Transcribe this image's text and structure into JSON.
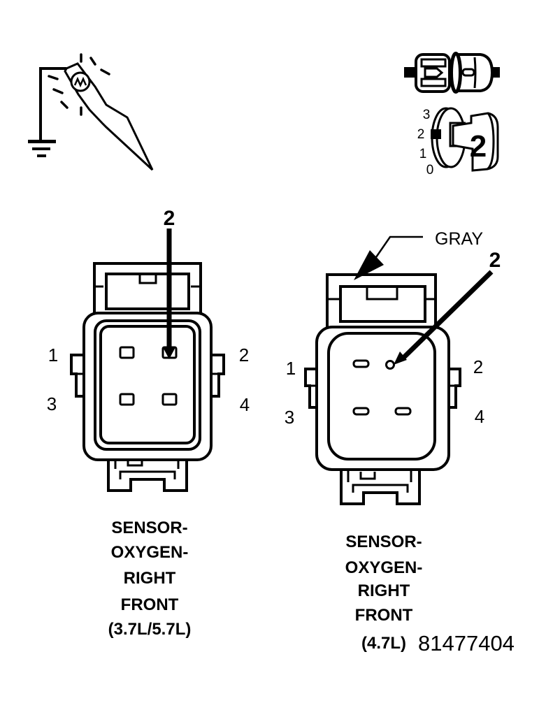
{
  "colors": {
    "ink": "#000000",
    "paper": "#ffffff"
  },
  "part_number": "81477404",
  "terminal_gauge": {
    "scale_labels": [
      "3",
      "2",
      "1",
      "0"
    ],
    "selected_size": "2"
  },
  "left_connector": {
    "terminal_callout": "2",
    "pin_labels": [
      "1",
      "2",
      "3",
      "4"
    ],
    "caption_lines": [
      "SENSOR-",
      "OXYGEN-",
      "RIGHT",
      "FRONT",
      "(3.7L/5.7L)"
    ]
  },
  "right_connector": {
    "housing_color_label": "GRAY",
    "terminal_callout": "2",
    "pin_labels": [
      "1",
      "2",
      "3",
      "4"
    ],
    "caption_lines": [
      "SENSOR-",
      "OXYGEN-",
      "RIGHT",
      "FRONT",
      "(4.7L)"
    ]
  }
}
